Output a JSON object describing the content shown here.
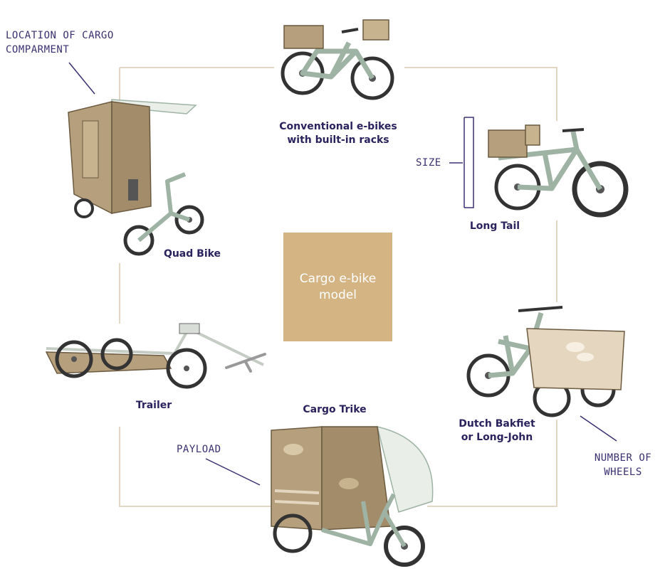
{
  "diagram": {
    "center": {
      "text": "Cargo e-bike\nmodel"
    },
    "bikes": [
      {
        "id": "conventional",
        "label": "Conventional e-bikes\nwith built-in racks"
      },
      {
        "id": "long-tail",
        "label": "Long Tail"
      },
      {
        "id": "dutch-bakfiet",
        "label": "Dutch Bakfiet\nor Long-John"
      },
      {
        "id": "cargo-trike",
        "label": "Cargo Trike"
      },
      {
        "id": "trailer",
        "label": "Trailer"
      },
      {
        "id": "quad-bike",
        "label": "Quad Bike"
      }
    ],
    "annotations": {
      "cargo_location": "LOCATION OF CARGO\nCOMPARMENT",
      "size": "SIZE",
      "payload": "PAYLOAD",
      "wheels": "NUMBER OF\nWHEELS"
    }
  },
  "colors": {
    "frame_line": "#e3d6c4",
    "center_box": "#d4b483",
    "label_text": "#2a235e",
    "bike_frame": "#9fb3a4",
    "cargo_box": "#b59f7c",
    "cargo_box_light": "#e4d6bf",
    "tire": "#333333"
  }
}
